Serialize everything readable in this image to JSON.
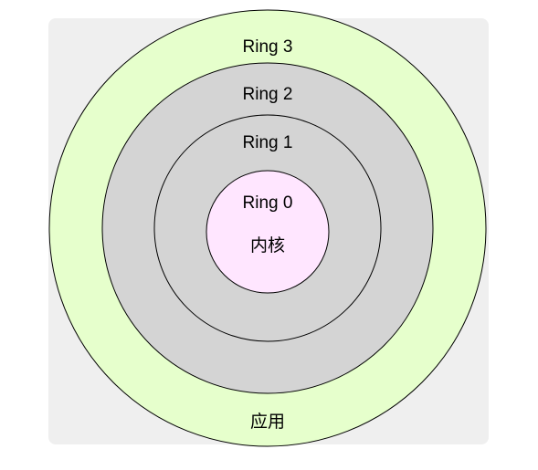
{
  "diagram": {
    "rings": [
      {
        "id": "ring-3",
        "label": "Ring 3",
        "fill": "#e6ffcc"
      },
      {
        "id": "ring-2",
        "label": "Ring 2",
        "fill": "#d4d4d4"
      },
      {
        "id": "ring-1",
        "label": "Ring 1",
        "fill": "#d4d4d4"
      },
      {
        "id": "ring-0",
        "label": "Ring 0",
        "fill": "#ffe6ff"
      }
    ],
    "kernel_label": "内核",
    "application_label": "应用",
    "panel_color": "#efefef",
    "stroke_color": "#000000"
  }
}
